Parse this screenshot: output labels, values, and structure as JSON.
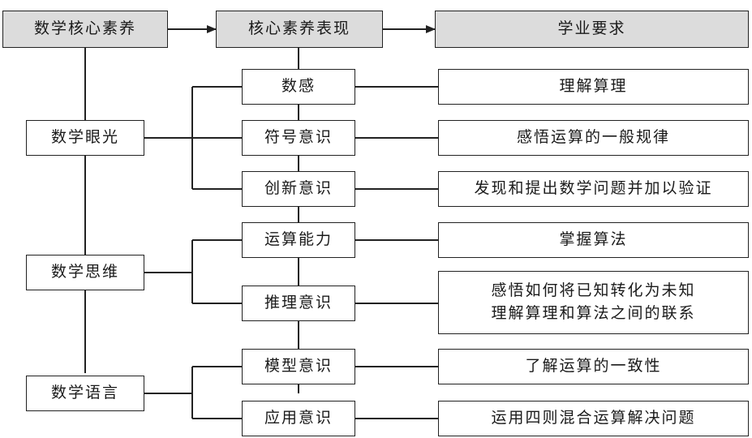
{
  "headers": {
    "core": "数学核心素养",
    "manifest": "核心素养表现",
    "requirement": "学业要求"
  },
  "core_literacy": [
    "数学眼光",
    "数学思维",
    "数学语言"
  ],
  "manifestations": [
    "数感",
    "符号意识",
    "创新意识",
    "运算能力",
    "推理意识",
    "模型意识",
    "应用意识"
  ],
  "requirements": [
    "理解算理",
    "感悟运算的一般规律",
    "发现和提出数学问题并加以验证",
    "掌握算法",
    "感悟如何将已知转化为未知\n理解算理和算法之间的联系",
    "了解运算的一致性",
    "运用四则混合运算解决问题"
  ]
}
